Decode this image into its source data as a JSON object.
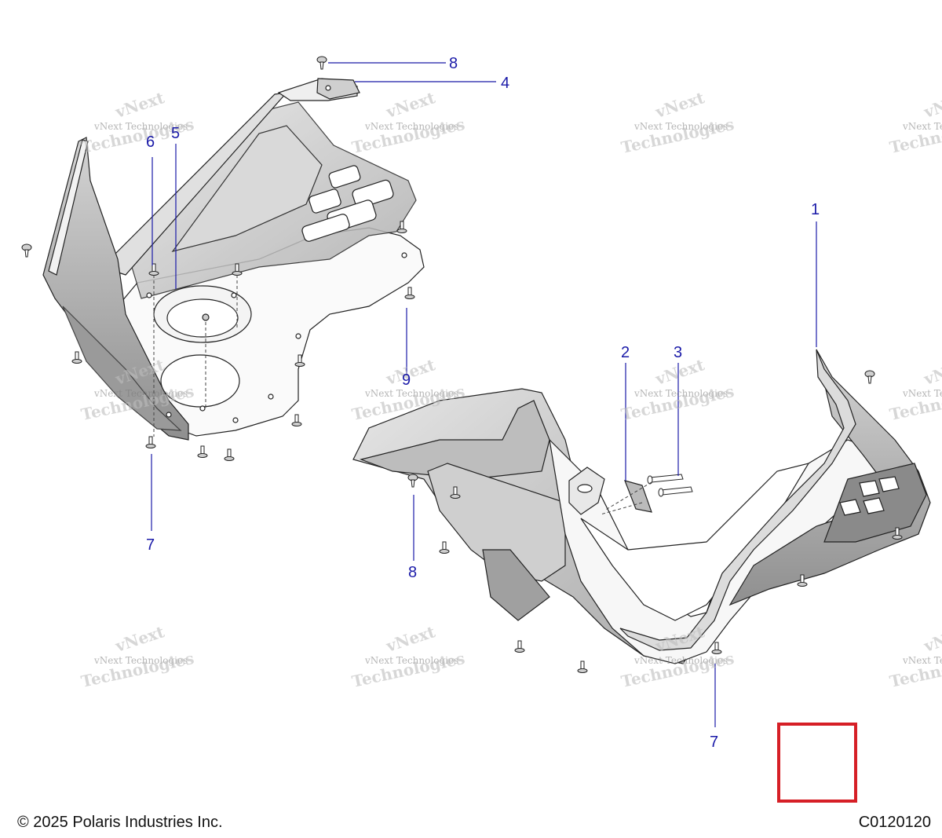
{
  "callouts": [
    {
      "id": "c8-top",
      "label": "8"
    },
    {
      "id": "c4",
      "label": "4"
    },
    {
      "id": "c6",
      "label": "6"
    },
    {
      "id": "c5",
      "label": "5"
    },
    {
      "id": "c1",
      "label": "1"
    },
    {
      "id": "c2",
      "label": "2"
    },
    {
      "id": "c3",
      "label": "3"
    },
    {
      "id": "c9",
      "label": "9"
    },
    {
      "id": "c7-left",
      "label": "7"
    },
    {
      "id": "c8-bottom",
      "label": "8"
    },
    {
      "id": "c7-right",
      "label": "7"
    }
  ],
  "watermark": {
    "line1": "vNext Technologies",
    "line2": "vNext",
    "line3": "Technologies"
  },
  "footer": {
    "copyright": "© 2025 Polaris Industries Inc.",
    "code": "C0120120"
  },
  "colors": {
    "callout": "#1a1aa8",
    "highlight_box": "#d61f26"
  }
}
